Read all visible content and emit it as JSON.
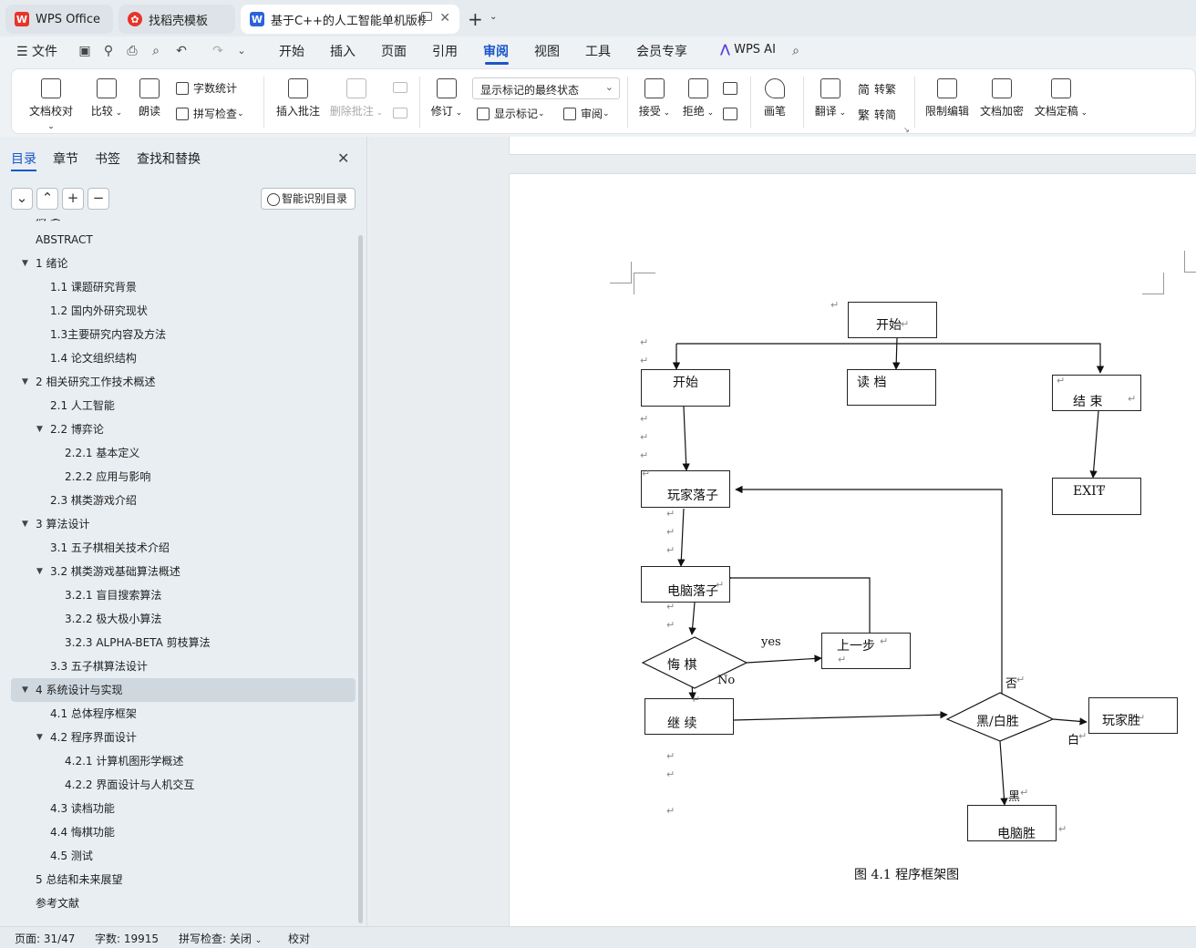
{
  "tabs": [
    {
      "label": "WPS Office",
      "logo": "W",
      "color": "#e8332a"
    },
    {
      "label": "找稻壳模板",
      "logo": "✿",
      "color": "#e8332a"
    },
    {
      "label": "基于C++的人工智能单机版棋",
      "logo": "W",
      "color": "#2a63d8"
    }
  ],
  "menu": {
    "file": "文件",
    "items": [
      "开始",
      "插入",
      "页面",
      "引用",
      "审阅",
      "视图",
      "工具",
      "会员专享"
    ],
    "active": "审阅",
    "wps_ai": "WPS AI"
  },
  "ribbon": {
    "doc_check": "文档校对",
    "compare": "比较",
    "read_aloud": "朗读",
    "word_count": "字数统计",
    "spell_check": "拼写检查",
    "insert_comment": "插入批注",
    "delete_comment": "删除批注",
    "revise": "修订",
    "markup_dropdown": "显示标记的最终状态",
    "show_markup": "显示标记",
    "review": "审阅",
    "accept": "接受",
    "reject": "拒绝",
    "pen": "画笔",
    "translate": "翻译",
    "to_traditional": "转繁",
    "to_simplified": "转简",
    "trad_glyph": "简",
    "simp_glyph": "繁",
    "restrict_edit": "限制编辑",
    "encrypt": "文档加密",
    "finalize": "文档定稿"
  },
  "sidebar": {
    "tabs": [
      "目录",
      "章节",
      "书签",
      "查找和替换"
    ],
    "smart_toc": "智能识别目录",
    "toc": [
      {
        "label": "摘  要",
        "level": 1,
        "caret": ""
      },
      {
        "label": "ABSTRACT",
        "level": 1,
        "caret": ""
      },
      {
        "label": "1  绪论",
        "level": 1,
        "caret": "▼"
      },
      {
        "label": "1.1  课题研究背景",
        "level": 2,
        "caret": ""
      },
      {
        "label": "1.2  国内外研究现状",
        "level": 2,
        "caret": ""
      },
      {
        "label": "1.3主要研究内容及方法",
        "level": 2,
        "caret": ""
      },
      {
        "label": "1.4  论文组织结构",
        "level": 2,
        "caret": ""
      },
      {
        "label": "2  相关研究工作技术概述",
        "level": 1,
        "caret": "▼"
      },
      {
        "label": "2.1  人工智能",
        "level": 2,
        "caret": ""
      },
      {
        "label": "2.2  博弈论",
        "level": 2,
        "caret": "▼"
      },
      {
        "label": "2.2.1 基本定义",
        "level": 3,
        "caret": ""
      },
      {
        "label": "2.2.2 应用与影响",
        "level": 3,
        "caret": ""
      },
      {
        "label": "2.3  棋类游戏介绍",
        "level": 2,
        "caret": ""
      },
      {
        "label": "3  算法设计",
        "level": 1,
        "caret": "▼"
      },
      {
        "label": "3.1  五子棋相关技术介绍",
        "level": 2,
        "caret": ""
      },
      {
        "label": "3.2  棋类游戏基础算法概述",
        "level": 2,
        "caret": "▼"
      },
      {
        "label": "3.2.1  盲目搜索算法",
        "level": 3,
        "caret": ""
      },
      {
        "label": "3.2.2  极大极小算法",
        "level": 3,
        "caret": ""
      },
      {
        "label": "3.2.3 ALPHA-BETA 剪枝算法",
        "level": 3,
        "caret": ""
      },
      {
        "label": "3.3  五子棋算法设计",
        "level": 2,
        "caret": ""
      },
      {
        "label": "4  系统设计与实现",
        "level": 1,
        "caret": "▼",
        "selected": true
      },
      {
        "label": "4.1  总体程序框架",
        "level": 2,
        "caret": ""
      },
      {
        "label": "4.2  程序界面设计",
        "level": 2,
        "caret": "▼"
      },
      {
        "label": "4.2.1  计算机图形学概述",
        "level": 3,
        "caret": ""
      },
      {
        "label": "4.2.2  界面设计与人机交互",
        "level": 3,
        "caret": ""
      },
      {
        "label": "4.3  读档功能",
        "level": 2,
        "caret": ""
      },
      {
        "label": "4.4  悔棋功能",
        "level": 2,
        "caret": ""
      },
      {
        "label": "4.5  测试",
        "level": 2,
        "caret": ""
      },
      {
        "label": "5  总结和未来展望",
        "level": 1,
        "caret": ""
      },
      {
        "label": "参考文献",
        "level": 1,
        "caret": ""
      }
    ]
  },
  "flowchart": {
    "start_top": "开始",
    "start": "开始",
    "load": "读   档",
    "end": "结   束",
    "exit": "EXIT",
    "player_move": "玩家落子",
    "computer_move": "电脑落子",
    "undo": "悔  棋",
    "yes": "yes",
    "no": "No",
    "step_back": "上一步",
    "continue": "继  续",
    "black_white_win": "黑/白胜",
    "no_label": "否",
    "player_win": "玩家胜",
    "white": "白",
    "black": "黑",
    "computer_win": "电脑胜",
    "para_mark": "↵",
    "caption": "图 4.1 程序框架图"
  },
  "status": {
    "page": "页面: 31/47",
    "words": "字数: 19915",
    "spell": "拼写检查: 关闭",
    "proof": "校对"
  }
}
